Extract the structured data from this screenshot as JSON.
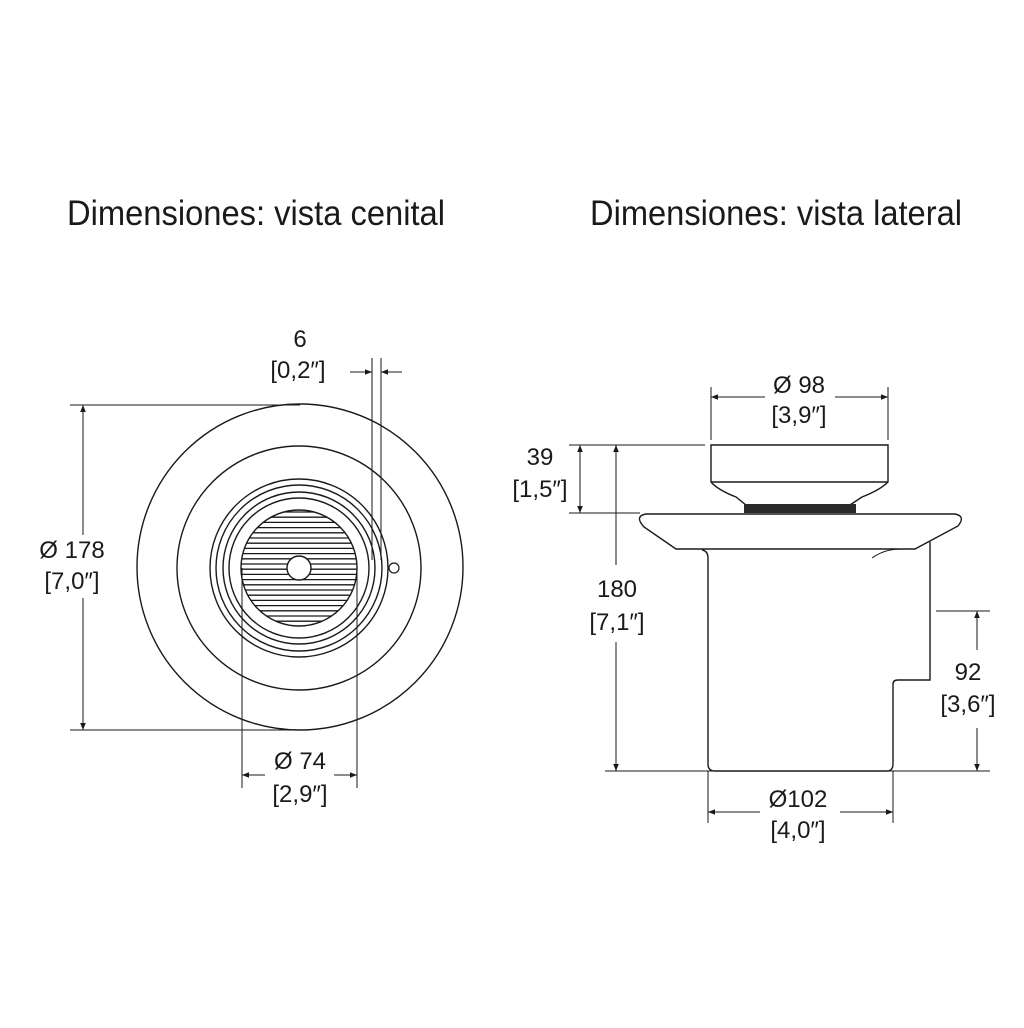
{
  "titles": {
    "top_view": "Dimensiones: vista cenital",
    "side_view": "Dimensiones: vista lateral"
  },
  "top_view": {
    "gap": {
      "mm": "6",
      "in": "[0,2″]"
    },
    "outer_diameter": {
      "mm": "Ø 178",
      "in": "[7,0″]"
    },
    "grate_diameter": {
      "mm": "Ø 74",
      "in": "[2,9″]"
    }
  },
  "side_view": {
    "cap_diameter": {
      "mm": "Ø 98",
      "in": "[3,9″]"
    },
    "cap_height": {
      "mm": "39",
      "in": "[1,5″]"
    },
    "total_height": {
      "mm": "180",
      "in": "[7,1″]"
    },
    "outlet_height": {
      "mm": "92",
      "in": "[3,6″]"
    },
    "body_diameter": {
      "mm": "Ø102",
      "in": "[4,0″]"
    }
  },
  "colors": {
    "line": "#1a1a1a",
    "thread": "#2a2a2a"
  }
}
